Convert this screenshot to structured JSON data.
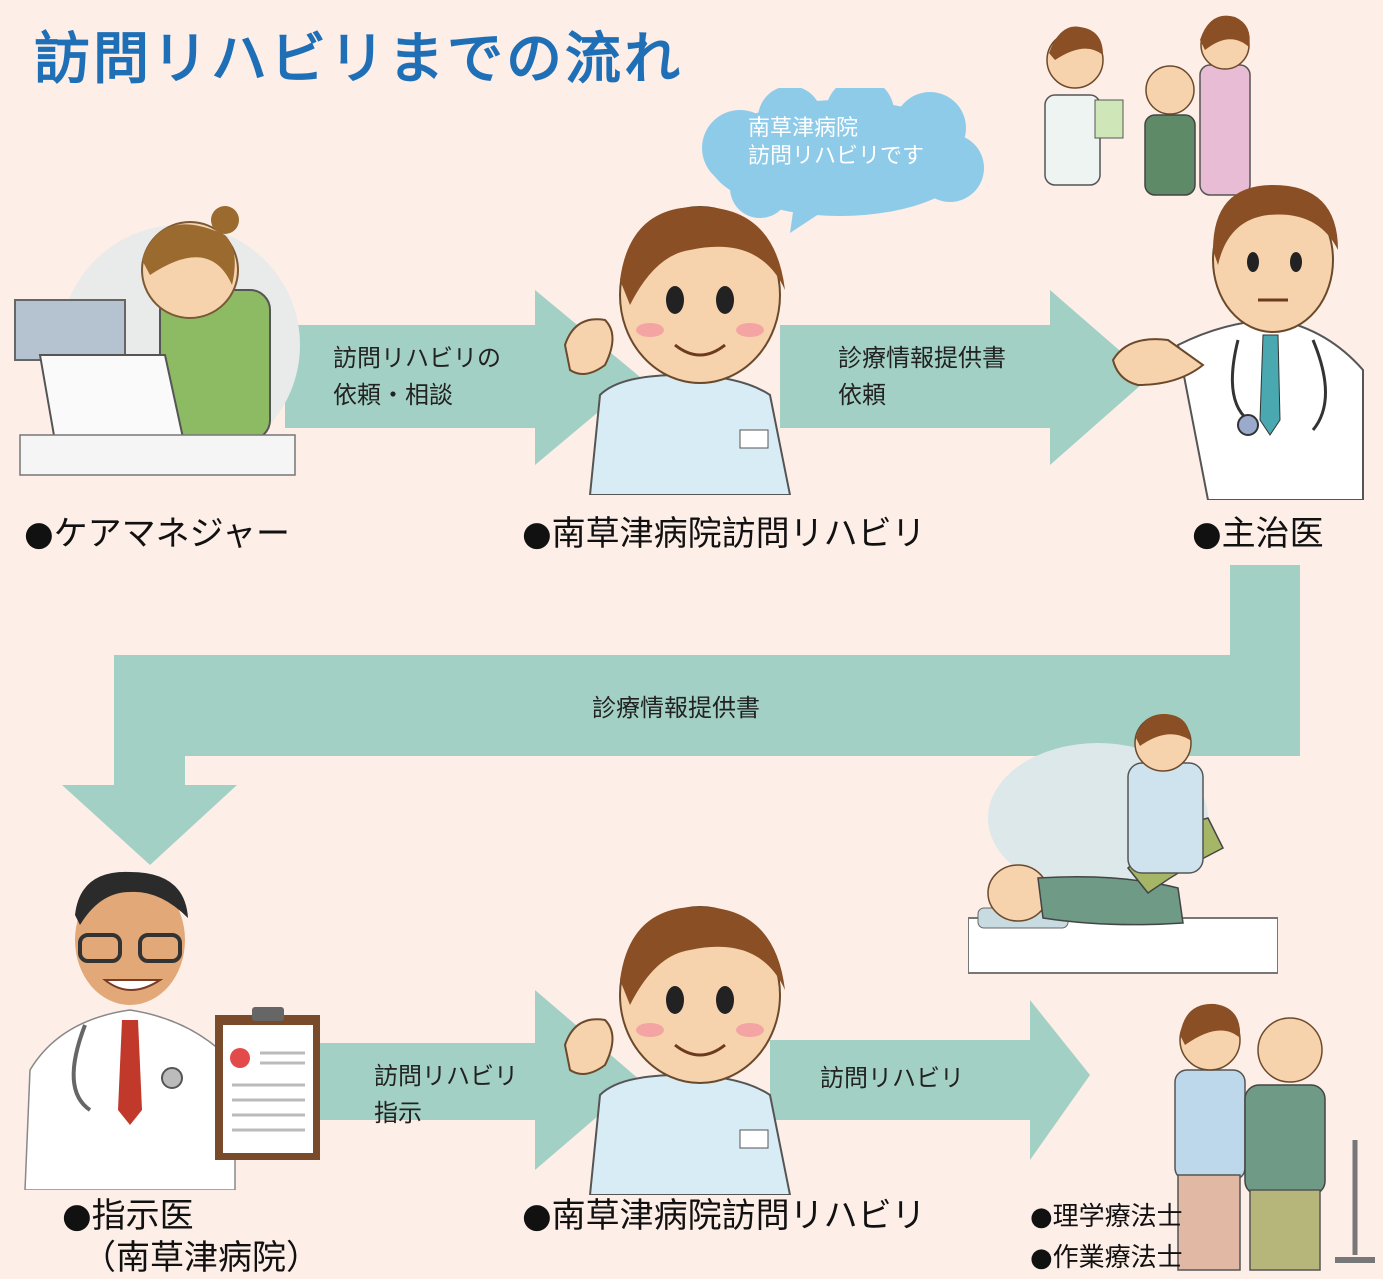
{
  "title": "訪問リハビリまでの流れ",
  "speech_bubble": {
    "line1": "南草津病院",
    "line2": "訪問リハビリです"
  },
  "arrows": {
    "a1": {
      "line1": "訪問リハビリの",
      "line2": "依頼・相談"
    },
    "a2": {
      "line1": "診療情報提供書",
      "line2": "依頼"
    },
    "a3": {
      "line1": "診療情報提供書"
    },
    "a4": {
      "line1": "訪問リハビリ",
      "line2": "指示"
    },
    "a5": {
      "line1": "訪問リハビリ"
    }
  },
  "captions": {
    "care_manager": "●ケアマネジャー",
    "rehab_top": "●南草津病院訪問リハビリ",
    "attending_doctor": "●主治医",
    "directing_doctor": "●指示医",
    "directing_doctor_sub": "（南草津病院）",
    "rehab_bottom": "●南草津病院訪問リハビリ",
    "pt": "●理学療法士",
    "ot": "●作業療法士"
  },
  "colors": {
    "background": "#fdeee8",
    "arrow": "#a3d0c4",
    "title": "#1f6fb6",
    "bubble": "#8ecbe9"
  },
  "icons": {
    "care_manager": "care-manager-illustration",
    "therapist": "therapist-illustration",
    "doctor": "doctor-illustration",
    "directing_doctor": "directing-doctor-illustration",
    "patient_visit": "patient-visit-illustration",
    "rehab_session": "rehab-session-illustration",
    "walking_support": "walking-support-illustration"
  }
}
